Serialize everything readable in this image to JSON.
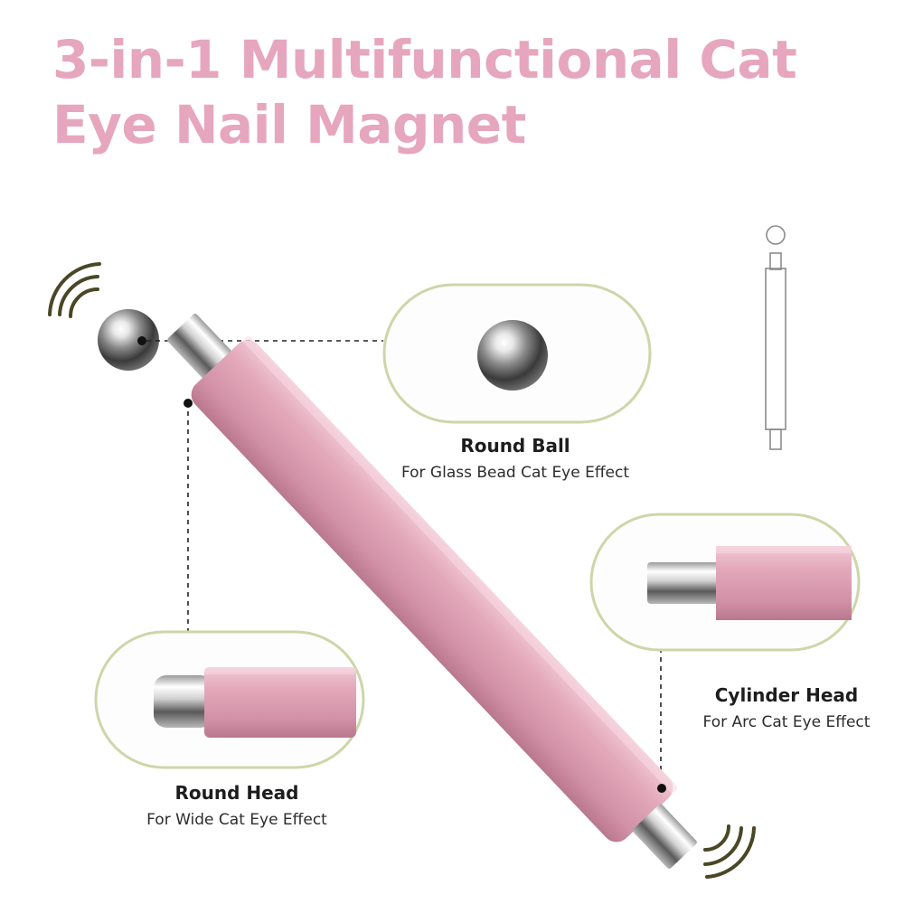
{
  "title": {
    "line1": "3-in-1 Multifunctional Cat",
    "line2": "Eye Nail Magnet"
  },
  "features": {
    "round_ball": {
      "name": "Round Ball",
      "description": "For Glass Bead Cat Eye Effect"
    },
    "cylinder_head": {
      "name": "Cylinder Head",
      "description": "For Arc Cat Eye Effect"
    },
    "round_head": {
      "name": "Round Head",
      "description": "For Wide Cat Eye Effect"
    }
  },
  "colors": {
    "title": "#e6a6bd",
    "pen_body": "#e3a9bb",
    "callout_border": "#cdd6a8",
    "wave": "#4a4726"
  },
  "icons": [
    "magnetic-wave-icon",
    "steel-ball",
    "pen-outline-icon"
  ]
}
